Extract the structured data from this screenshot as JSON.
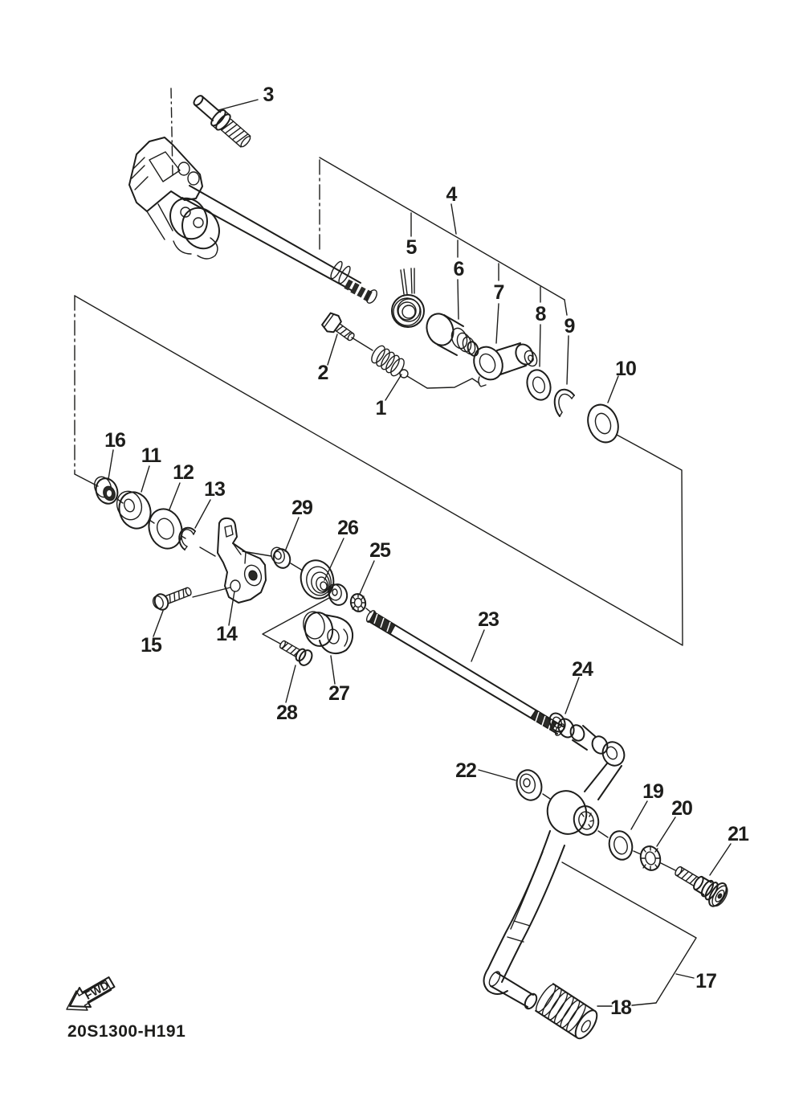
{
  "figure": {
    "code": "20S1300-H191",
    "fwd_label": "FWD",
    "line_color": "#1d1d1b",
    "background_color": "#ffffff"
  },
  "callouts": [
    {
      "label": "1"
    },
    {
      "label": "2"
    },
    {
      "label": "3"
    },
    {
      "label": "4"
    },
    {
      "label": "5"
    },
    {
      "label": "6"
    },
    {
      "label": "7"
    },
    {
      "label": "8"
    },
    {
      "label": "9"
    },
    {
      "label": "10"
    },
    {
      "label": "11"
    },
    {
      "label": "12"
    },
    {
      "label": "13"
    },
    {
      "label": "14"
    },
    {
      "label": "15"
    },
    {
      "label": "16"
    },
    {
      "label": "17"
    },
    {
      "label": "18"
    },
    {
      "label": "19"
    },
    {
      "label": "20"
    },
    {
      "label": "21"
    },
    {
      "label": "22"
    },
    {
      "label": "23"
    },
    {
      "label": "24"
    },
    {
      "label": "25"
    },
    {
      "label": "26"
    },
    {
      "label": "27"
    },
    {
      "label": "28"
    },
    {
      "label": "29"
    }
  ]
}
